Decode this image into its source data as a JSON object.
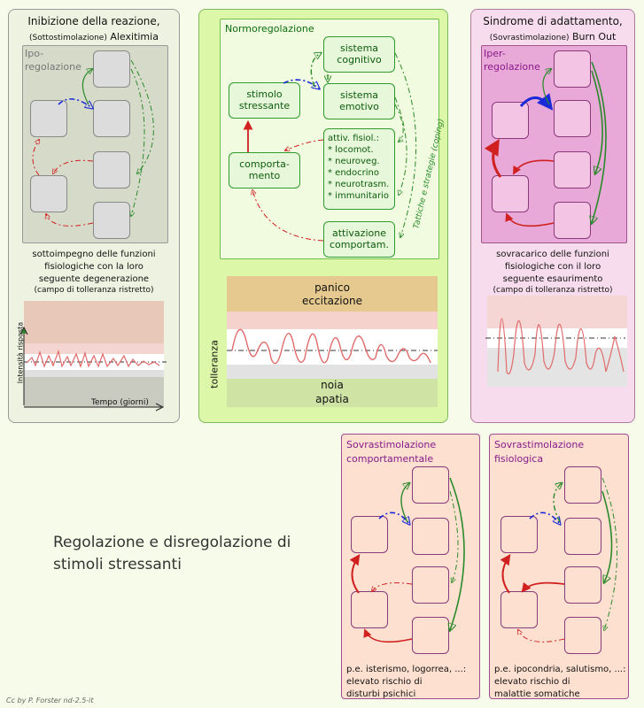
{
  "left": {
    "title_line1": "Inibizione della reazione,",
    "title_line2_a": "(Sottostimolazione)",
    "title_line2_b": "Alexitimia",
    "region_label_1": "Ipo-",
    "region_label_2": "regolazione",
    "desc_1": "sottoimpegno delle funzioni",
    "desc_2": "fisiologiche con la loro",
    "desc_3": "seguente degenerazione",
    "desc_4": "(campo di tolleranza ristretto)",
    "axis_y": "Intensità risposta",
    "axis_x": "Tempo (giorni)"
  },
  "center": {
    "title": "Normoregolazione",
    "node_stimolo_1": "stimolo",
    "node_stimolo_2": "stressante",
    "node_cognitivo_1": "sistema",
    "node_cognitivo_2": "cognitivo",
    "node_emotivo_1": "sistema",
    "node_emotivo_2": "emotivo",
    "node_comport_1": "comporta-",
    "node_comport_2": "mento",
    "node_fisiol_title": "attiv. fisiol.:",
    "node_fisiol_items": [
      "* locomot.",
      "* neuroveg.",
      "* endocrino",
      "* neurotrasm.",
      "* immunitario"
    ],
    "node_attiv_1": "attivazione",
    "node_attiv_2": "comportam.",
    "tactics_label": "Tattiche e strategie (coping)",
    "band_top_1": "panico",
    "band_top_2": "eccitazione",
    "band_bottom_1": "noia",
    "band_bottom_2": "apatia",
    "axis_y": "tolleranza"
  },
  "right": {
    "title_line1": "Sindrome di adattamento,",
    "title_line2_a": "(Sovrastimolazione)",
    "title_line2_b": "Burn Out",
    "region_label_1": "Iper-",
    "region_label_2": "regolazione",
    "desc_1": "sovracarico delle funzioni",
    "desc_2": "fisiologiche con il loro",
    "desc_3": "seguente esaurimento",
    "desc_4": "(campo di tolleranza ristretto)"
  },
  "bottom_left": {
    "title_1": "Sovrastimolazione",
    "title_2": "comportamentale",
    "caption_1": "p.e. isterismo, logorrea, ...:",
    "caption_2": "elevato rischio di",
    "caption_3": "disturbi psichici"
  },
  "bottom_right": {
    "title_1": "Sovrastimolazione",
    "title_2": "fisiologica",
    "caption_1": "p.e. ipocondria, salutismo, ...:",
    "caption_2": "elevato rischio di",
    "caption_3": "malattie somatiche"
  },
  "main_title_1": "Regolazione e disregolazione di",
  "main_title_2": "stimoli stressanti",
  "credit": "Cc by P. Forster nd-2.5-it"
}
